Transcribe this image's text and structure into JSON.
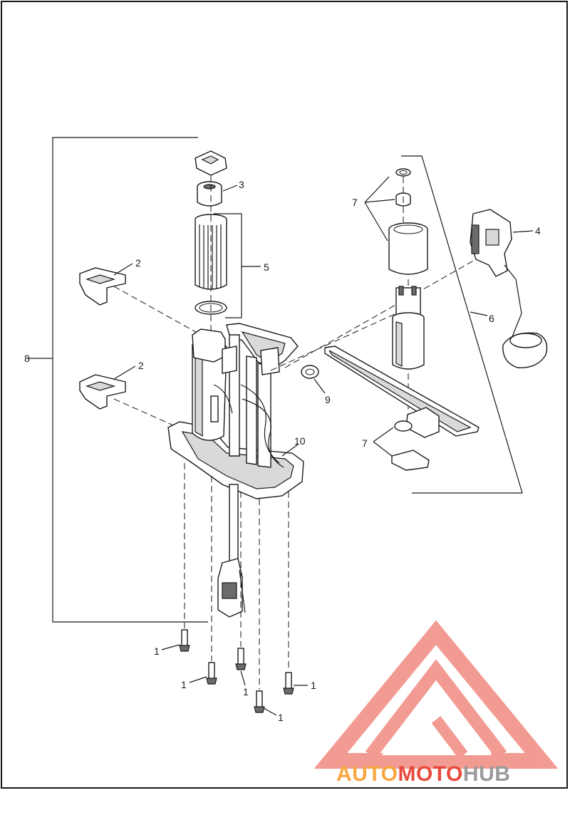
{
  "diagram": {
    "callouts": {
      "c1a": "1",
      "c1b": "1",
      "c1c": "1",
      "c1d": "1",
      "c1e": "1",
      "c2a": "2",
      "c2b": "2",
      "c3": "3",
      "c4": "4",
      "c5": "5",
      "c6": "6",
      "c7a": "7",
      "c7b": "7",
      "c8": "8",
      "c9": "9",
      "c10": "10"
    },
    "watermark": {
      "part1": "AUTO",
      "part2": "MOTO",
      "part3": "HUB"
    },
    "colors": {
      "line": "#1a1a1a",
      "logo_red": "#e84a3c",
      "logo_orange": "#f7a640",
      "logo_gray": "#9a9a9a"
    }
  }
}
